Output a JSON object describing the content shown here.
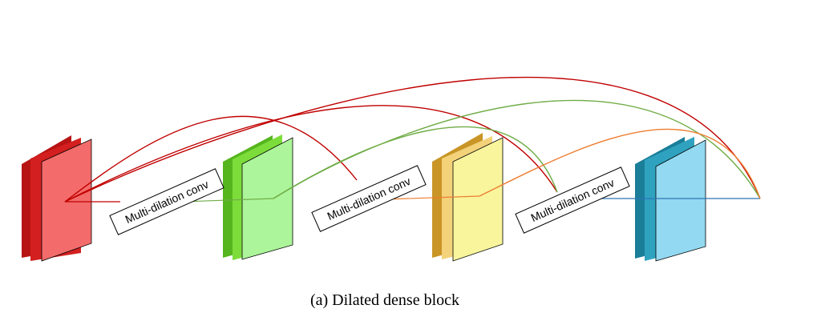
{
  "caption": "(a) Dilated dense block",
  "conv_blocks": [
    {
      "label": "Multi-dilation conv"
    },
    {
      "label": "Multi-dilation conv"
    },
    {
      "label": "Multi-dilation conv"
    }
  ],
  "feature_maps": [
    {
      "name": "red",
      "front": "#f46b6b",
      "mid": "#d31f1f",
      "back": "#b81414"
    },
    {
      "name": "green",
      "front": "#acf59a",
      "mid": "#7cdc3a",
      "back": "#55b51e"
    },
    {
      "name": "yellow",
      "front": "#f8f59c",
      "mid": "#f3d27a",
      "back": "#c99526"
    },
    {
      "name": "blue",
      "front": "#92d9f1",
      "mid": "#2fa2bf",
      "back": "#1a7e99"
    }
  ],
  "connection_colors": {
    "red": "#c00000",
    "green": "#70ad47",
    "orange": "#ed7d31",
    "blue": "#2e75b6"
  }
}
